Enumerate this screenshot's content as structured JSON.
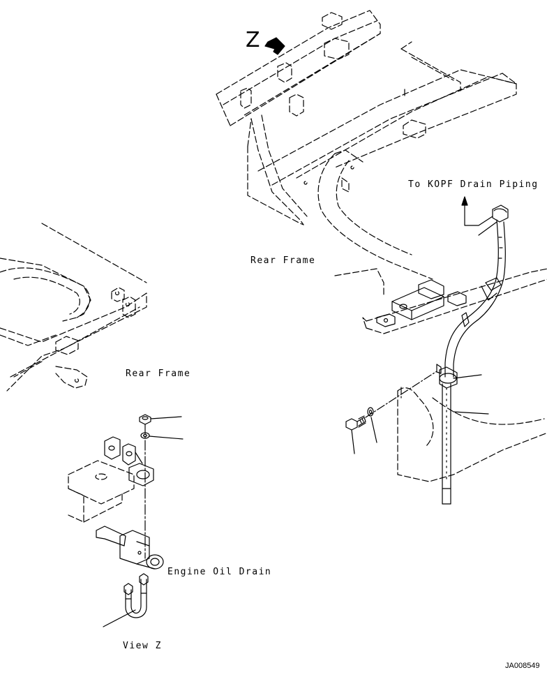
{
  "labels": {
    "view_marker": "Z",
    "rear_frame_upper": "Rear Frame",
    "rear_frame_lower": "Rear Frame",
    "to_kopf": "To KOPF Drain Piping",
    "engine_oil_drain": "Engine Oil Drain",
    "view_z": "View Z",
    "drawing_code": "JA008549"
  }
}
